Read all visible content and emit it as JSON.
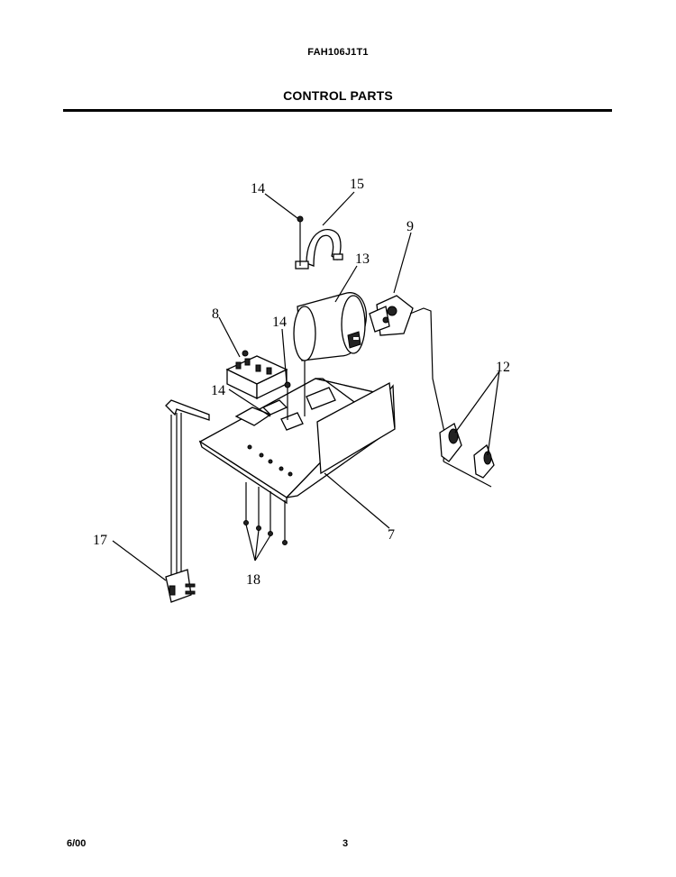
{
  "header": {
    "model": "FAH106J1T1",
    "section_title": "CONTROL PARTS"
  },
  "callouts": {
    "c7": "7",
    "c8": "8",
    "c9": "9",
    "c12": "12",
    "c13": "13",
    "c14a": "14",
    "c14b": "14",
    "c14c": "14",
    "c15": "15",
    "c17": "17",
    "c18": "18"
  },
  "footer": {
    "date": "6/00",
    "page": "3"
  }
}
